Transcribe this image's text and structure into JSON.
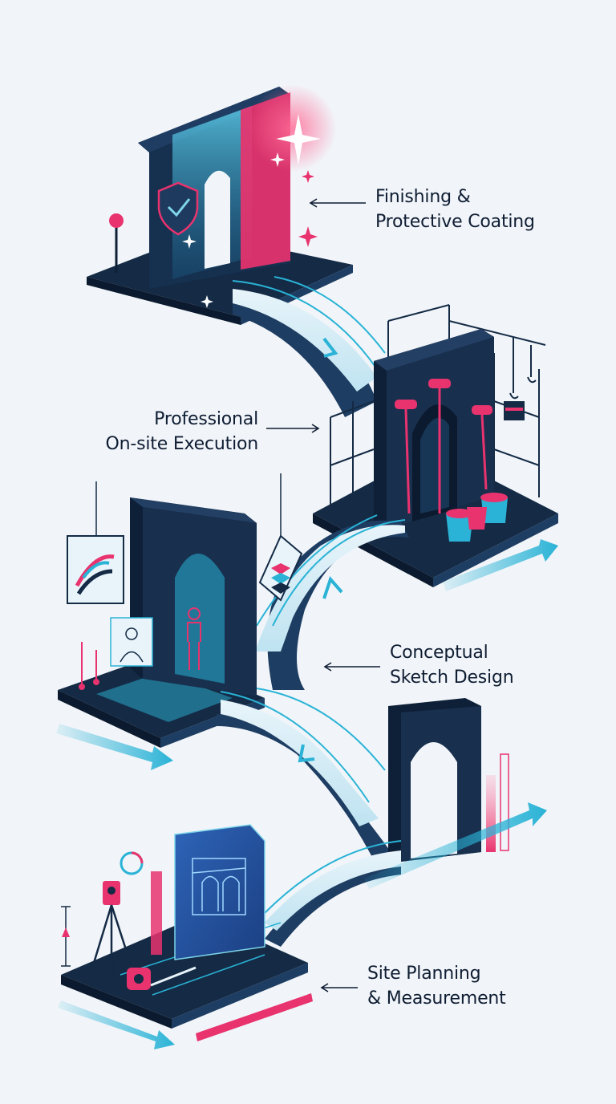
{
  "stages": [
    {
      "id": "finishing",
      "lines": [
        "Finishing &",
        "Protective Coating"
      ]
    },
    {
      "id": "execution",
      "lines": [
        "Professional",
        "On-site Execution"
      ]
    },
    {
      "id": "sketch",
      "lines": [
        "Conceptual",
        "Sketch Design"
      ]
    },
    {
      "id": "planning",
      "lines": [
        "Site Planning",
        "& Measurement"
      ]
    }
  ],
  "colors": {
    "background": "#f1f5f9",
    "navy": "#142a45",
    "navy_dark": "#0b1a2e",
    "cyan": "#2ab3d6",
    "cyan_light": "#7fd6ea",
    "pink": "#e8336e",
    "text": "#0f1d33"
  },
  "icons": [
    "shield-check-icon",
    "sparkle-icon",
    "paint-roller-icon",
    "paint-bucket-icon",
    "crane-hook-icon",
    "theodolite-icon",
    "tape-measure-icon",
    "ruler-icon",
    "blueprint-icon",
    "person-silhouette-icon",
    "layers-icon",
    "brush-strokes-icon"
  ]
}
